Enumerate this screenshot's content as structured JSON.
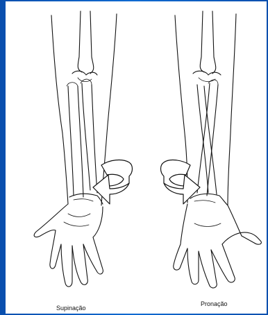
{
  "panels": [
    {
      "label": "Supinação"
    },
    {
      "label": "Pronação"
    }
  ],
  "colors": {
    "background": "#0f5fc0",
    "figure": "#ffffff",
    "ink": "#111111"
  },
  "icons": [
    "forearm-supination-illustration",
    "forearm-pronation-illustration",
    "rotation-arrow-icon"
  ]
}
